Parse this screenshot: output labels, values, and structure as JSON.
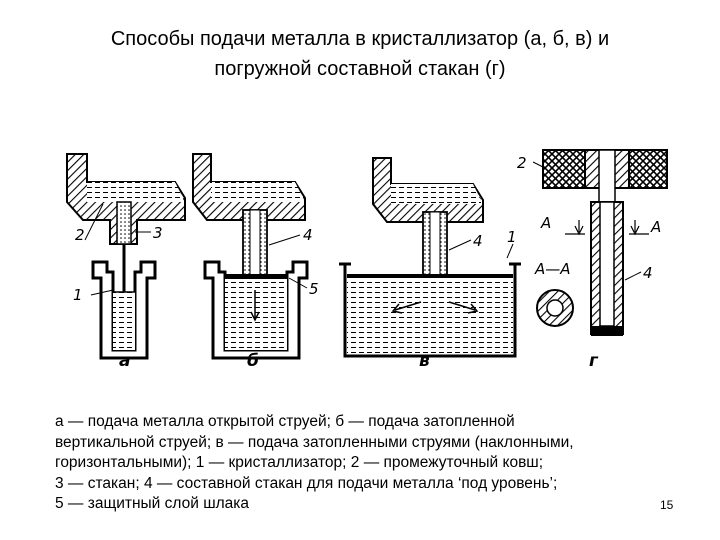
{
  "title": {
    "line1": "Способы подачи металла в кристаллизатор (а, б, в) и",
    "line2": "погружной составной стакан (г)"
  },
  "figure_labels": {
    "sub_a": "а",
    "sub_b": "б",
    "sub_v": "в",
    "sub_g": "г",
    "n1": "1",
    "n2": "2",
    "n3": "3",
    "n4": "4",
    "n5": "5",
    "section": "А—А",
    "cut_letter": "А"
  },
  "caption": {
    "line1": "а — подача металла открытой струей; б — подача затопленной",
    "line2": "вертикальной струей; в — подача затопленными струями (наклонными,",
    "line3": "горизонтальными); 1 — кристаллизатор; 2 — промежуточный ковш;",
    "line4": "3 — стакан; 4 — составной стакан для подачи металла ‘под уровень’;",
    "line5": "5 — защитный слой шлака"
  },
  "page_number": "15"
}
